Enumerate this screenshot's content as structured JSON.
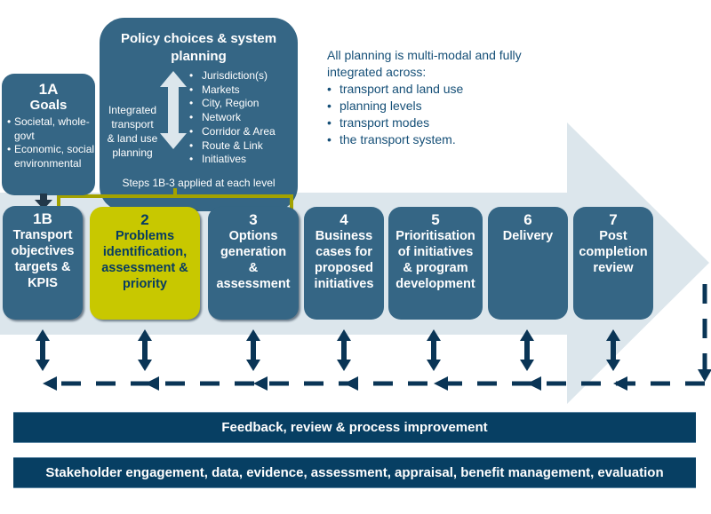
{
  "colors": {
    "box_blue": "#356685",
    "highlight_green": "#c8c800",
    "dark_navy": "#073f63",
    "arrow_bg": "#dce6ec",
    "bracket_olive": "#a3a200"
  },
  "policy": {
    "title_line1": "Policy choices & system",
    "title_line2": "planning",
    "left_label": [
      "Integrated",
      "transport",
      "& land use",
      "planning"
    ],
    "levels": [
      "Jurisdiction(s)",
      "Markets",
      "City, Region",
      "Network",
      "Corridor & Area",
      "Route & Link",
      "Initiatives"
    ],
    "footer": "Steps 1B-3 applied at each level",
    "arrow_icon": "double-vertical-arrow"
  },
  "goals": {
    "number": "1A",
    "title": "Goals",
    "items": [
      "Societal, whole-govt",
      "Economic, social, environmental"
    ]
  },
  "note": {
    "intro_line1": "All planning is multi-modal and fully",
    "intro_line2": "integrated across:",
    "items": [
      "transport and land use",
      "planning levels",
      "transport modes",
      "the transport system."
    ]
  },
  "steps": [
    {
      "number": "1B",
      "lines": [
        "Transport",
        "objectives",
        "targets &",
        "KPIS"
      ]
    },
    {
      "number": "2",
      "lines": [
        "Problems",
        "identification,",
        "assessment &",
        "priority"
      ],
      "highlighted": true
    },
    {
      "number": "3",
      "lines": [
        "Options",
        "generation",
        "&",
        "assessment"
      ]
    },
    {
      "number": "4",
      "lines": [
        "Business",
        "cases for",
        "proposed",
        "initiatives"
      ]
    },
    {
      "number": "5",
      "lines": [
        "Prioritisation",
        "of initiatives",
        "& program",
        "development"
      ]
    },
    {
      "number": "6",
      "lines": [
        "Delivery"
      ]
    },
    {
      "number": "7",
      "lines": [
        "Post",
        "completion",
        "review"
      ]
    }
  ],
  "bars": {
    "feedback": "Feedback, review & process improvement",
    "stakeholder": "Stakeholder engagement, data, evidence, assessment, appraisal, benefit management, evaluation"
  }
}
